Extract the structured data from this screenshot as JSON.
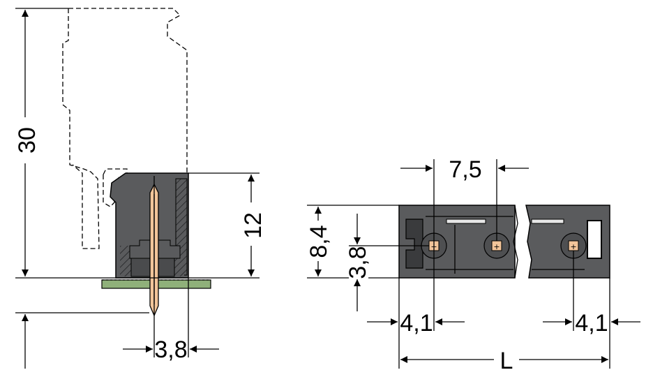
{
  "dimensions": {
    "height_total": "30",
    "height_header": "12",
    "pin_offset_side": "3,8",
    "pitch": "7,5",
    "depth": "8,4",
    "pin_offset_front": "3,8",
    "edge_left": "4,1",
    "edge_right": "4,1",
    "length": "L"
  },
  "colors": {
    "housing": "#5a5b5d",
    "housing_dark": "#3a3b3d",
    "pin": "#f2c59a",
    "pcb": "#8fb07a",
    "outline": "#000000"
  }
}
